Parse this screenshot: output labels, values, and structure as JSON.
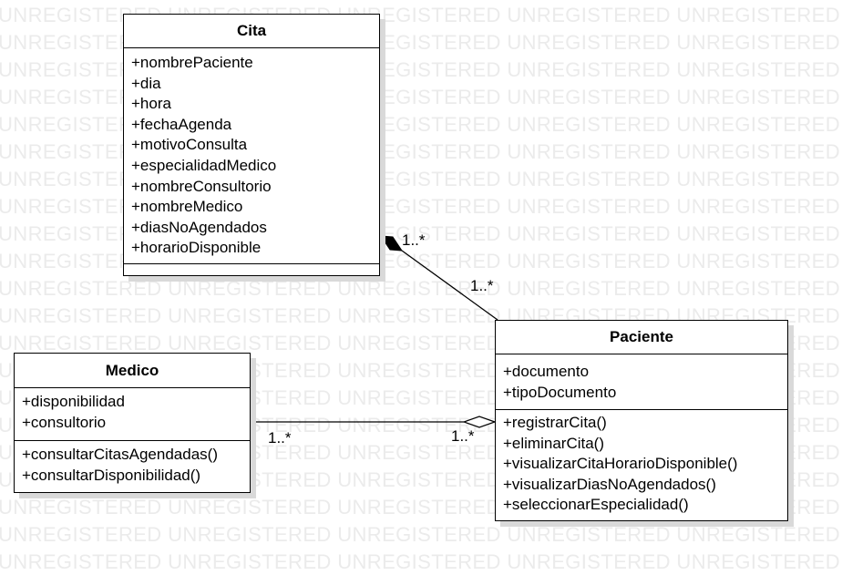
{
  "watermark": {
    "text": "UNREGISTERED"
  },
  "classes": {
    "cita": {
      "name": "Cita",
      "attributes": [
        "+nombrePaciente",
        "+dia",
        "+hora",
        "+fechaAgenda",
        "+motivoConsulta",
        "+especialidadMedico",
        "+nombreConsultorio",
        "+nombreMedico",
        "+diasNoAgendados",
        "+horarioDisponible"
      ],
      "operations": []
    },
    "medico": {
      "name": "Medico",
      "attributes": [
        "+disponibilidad",
        "+consultorio"
      ],
      "operations": [
        "+consultarCitasAgendadas()",
        "+consultarDisponibilidad()"
      ]
    },
    "paciente": {
      "name": "Paciente",
      "attributes": [
        "+documento",
        "+tipoDocumento"
      ],
      "operations": [
        "+registrarCita()",
        "+eliminarCita()",
        "+visualizarCitaHorarioDisponible()",
        "+visualizarDiasNoAgendados()",
        "+seleccionarEspecialidad()"
      ]
    }
  },
  "associations": [
    {
      "from": "Cita",
      "to": "Paciente",
      "kind": "composition",
      "diamond_end": "Cita",
      "from_multiplicity": "1..*",
      "to_multiplicity": "1..*"
    },
    {
      "from": "Medico",
      "to": "Paciente",
      "kind": "aggregation",
      "diamond_end": "Paciente",
      "from_multiplicity": "1..*",
      "to_multiplicity": "1..*"
    }
  ],
  "colors": {
    "line": "#000000",
    "box_fill": "#ffffff",
    "shadow": "#d9d9d9",
    "watermark": "#ebebeb"
  }
}
